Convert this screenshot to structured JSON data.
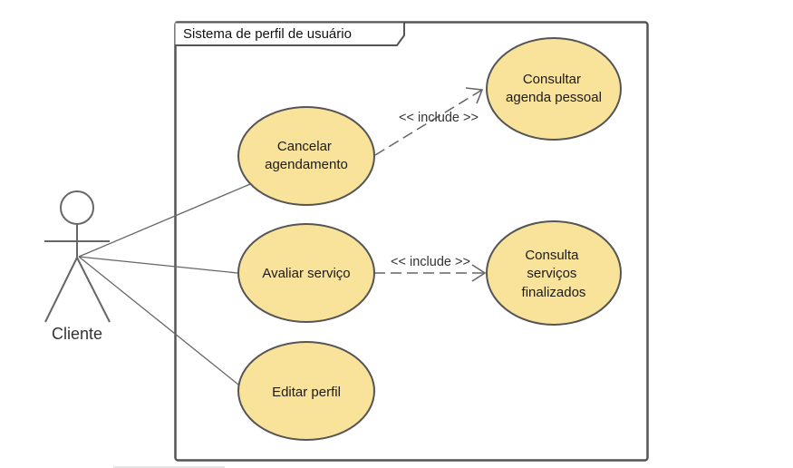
{
  "system": {
    "title": "Sistema de perfil de usuário"
  },
  "actor": {
    "name": "Cliente"
  },
  "colors": {
    "use_case_fill": "#f9e39b",
    "use_case_stroke": "#555555",
    "line": "#666666"
  },
  "use_cases": {
    "cancelar": [
      "Cancelar",
      "agendamento"
    ],
    "consultar": [
      "Consultar",
      "agenda pessoal"
    ],
    "avaliar": [
      "Avaliar serviço"
    ],
    "consulta_servicos": [
      "Consulta",
      "serviços",
      "finalizados"
    ],
    "editar": [
      "Editar perfil"
    ]
  },
  "relations": {
    "include_1": "<< include >>",
    "include_2": "<< include >>"
  }
}
